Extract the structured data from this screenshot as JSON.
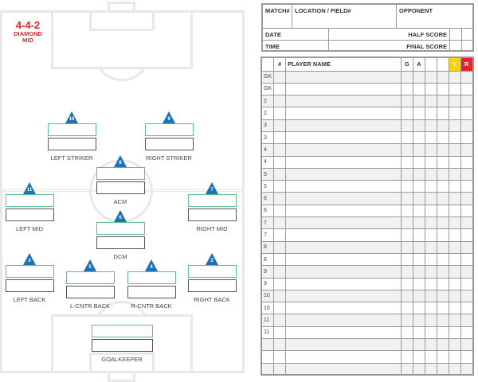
{
  "formation": {
    "title": "4-4-2",
    "subtitle1": "DIAMOND",
    "subtitle2": "MID"
  },
  "positions": [
    {
      "number": "10",
      "label": "LEFT STRIKER"
    },
    {
      "number": "9",
      "label": "RIGHT STRIKER"
    },
    {
      "number": "8",
      "label": "ACM"
    },
    {
      "number": "11",
      "label": "LEFT MID"
    },
    {
      "number": "7",
      "label": "RIGHT MID"
    },
    {
      "number": "6",
      "label": "DCM"
    },
    {
      "number": "3",
      "label": "LEFT BACK"
    },
    {
      "number": "5",
      "label": "L-CNTR BACK"
    },
    {
      "number": "4",
      "label": "R-CNTR BACK"
    },
    {
      "number": "2",
      "label": "RIGHT BACK"
    },
    {
      "number": "",
      "label": "GOALKEEPER"
    }
  ],
  "match_info": {
    "match": "MATCH#",
    "location": "LOCATION / FIELD#",
    "opponent": "OPPONENT",
    "date": "DATE",
    "time": "TIME",
    "half_score": "HALF SCORE",
    "final_score": "FINAL SCORE"
  },
  "roster": {
    "headers": [
      "",
      "#",
      "PLAYER NAME",
      "G",
      "A",
      "",
      "",
      "Y",
      "R"
    ],
    "colors": {
      "yellow": "#f5d40f",
      "red": "#e8232b"
    },
    "rows": [
      "GK",
      "GK",
      "2",
      "2",
      "3",
      "3",
      "4",
      "4",
      "5",
      "5",
      "6",
      "6",
      "7",
      "7",
      "8",
      "8",
      "9",
      "9",
      "10",
      "10",
      "11",
      "11",
      "",
      "",
      ""
    ]
  }
}
